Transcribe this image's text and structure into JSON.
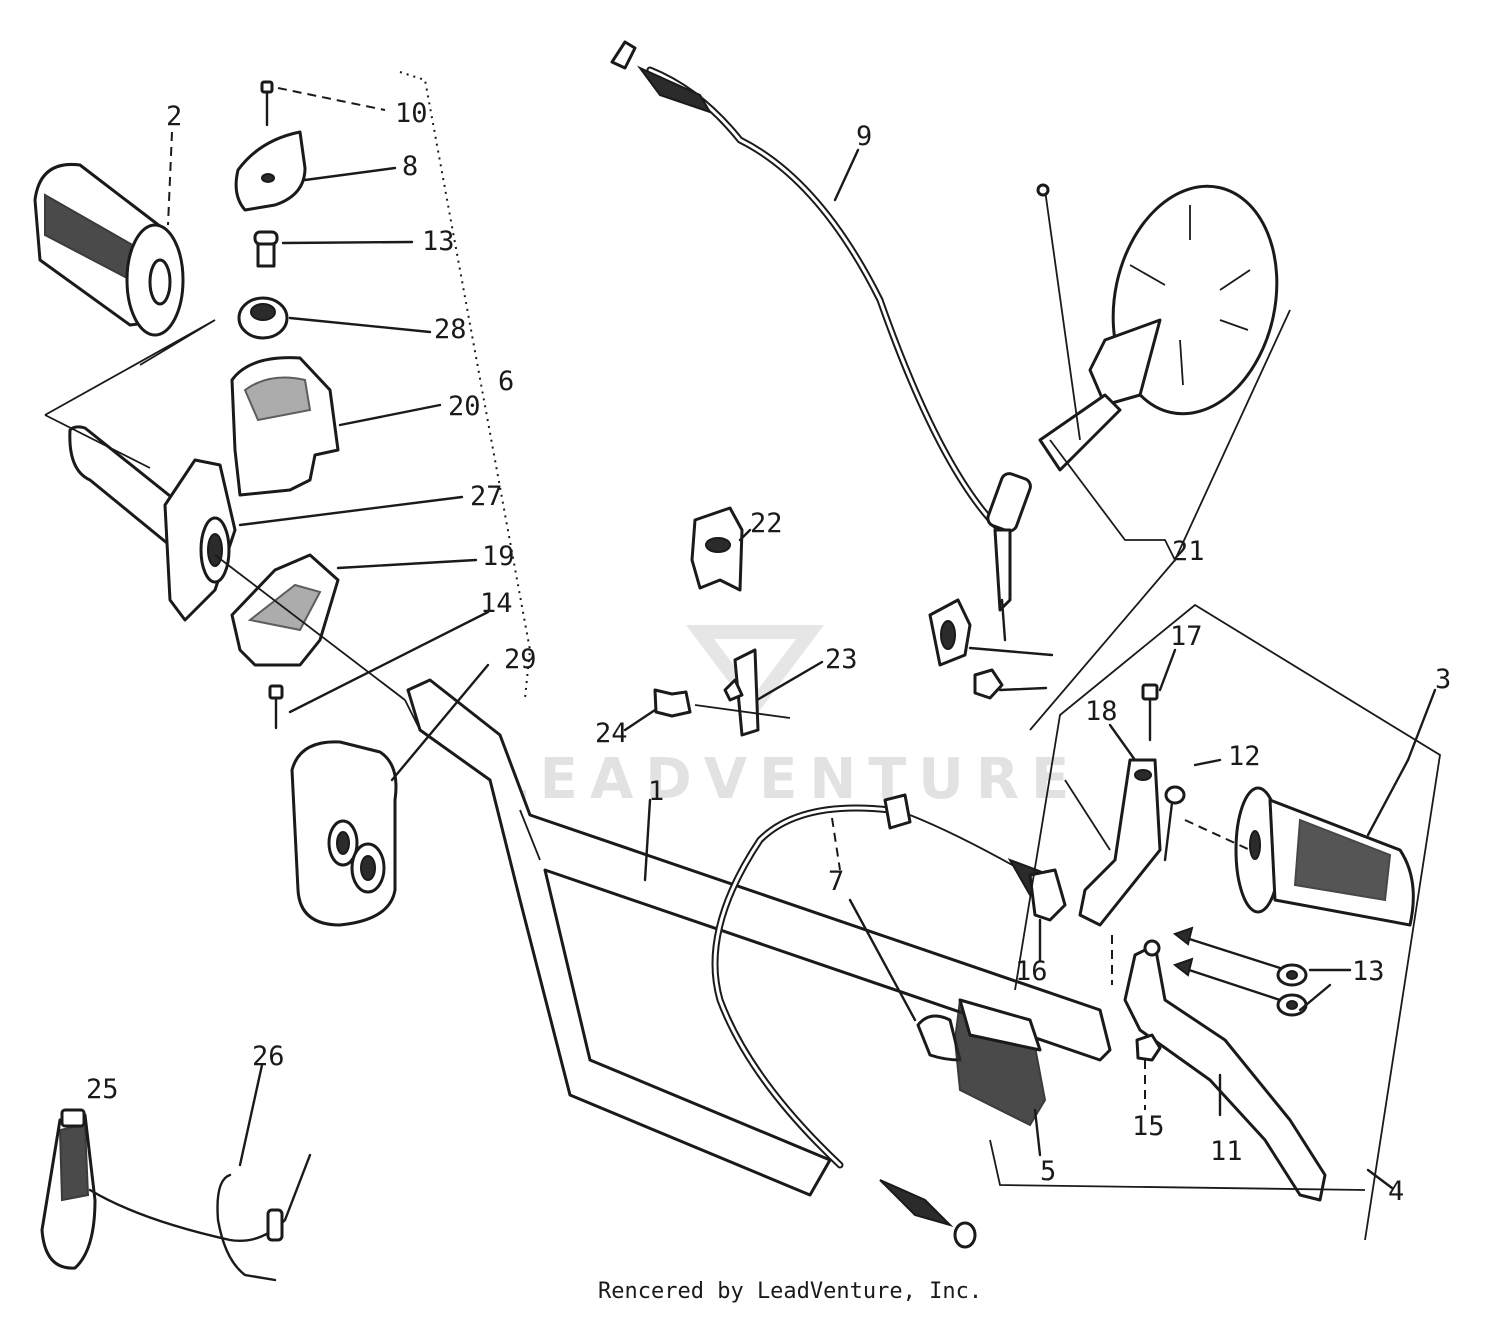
{
  "diagram": {
    "callouts": [
      {
        "id": "c1",
        "text": "1"
      },
      {
        "id": "c2",
        "text": "2"
      },
      {
        "id": "c3",
        "text": "3"
      },
      {
        "id": "c4",
        "text": "4"
      },
      {
        "id": "c5",
        "text": "5"
      },
      {
        "id": "c6",
        "text": "6"
      },
      {
        "id": "c7",
        "text": "7"
      },
      {
        "id": "c8",
        "text": "8"
      },
      {
        "id": "c9",
        "text": "9"
      },
      {
        "id": "c10",
        "text": "10"
      },
      {
        "id": "c11",
        "text": "11"
      },
      {
        "id": "c12",
        "text": "12"
      },
      {
        "id": "c13a",
        "text": "13"
      },
      {
        "id": "c13b",
        "text": "13"
      },
      {
        "id": "c14",
        "text": "14"
      },
      {
        "id": "c15",
        "text": "15"
      },
      {
        "id": "c16",
        "text": "16"
      },
      {
        "id": "c17",
        "text": "17"
      },
      {
        "id": "c18",
        "text": "18"
      },
      {
        "id": "c19",
        "text": "19"
      },
      {
        "id": "c20",
        "text": "20"
      },
      {
        "id": "c21",
        "text": "21"
      },
      {
        "id": "c22",
        "text": "22"
      },
      {
        "id": "c23",
        "text": "23"
      },
      {
        "id": "c24",
        "text": "24"
      },
      {
        "id": "c25",
        "text": "25"
      },
      {
        "id": "c26",
        "text": "26"
      },
      {
        "id": "c27",
        "text": "27"
      },
      {
        "id": "c28",
        "text": "28"
      },
      {
        "id": "c29",
        "text": "29"
      }
    ],
    "watermark": "LEADVENTURE",
    "credit": "Rencered by LeadVenture, Inc."
  }
}
